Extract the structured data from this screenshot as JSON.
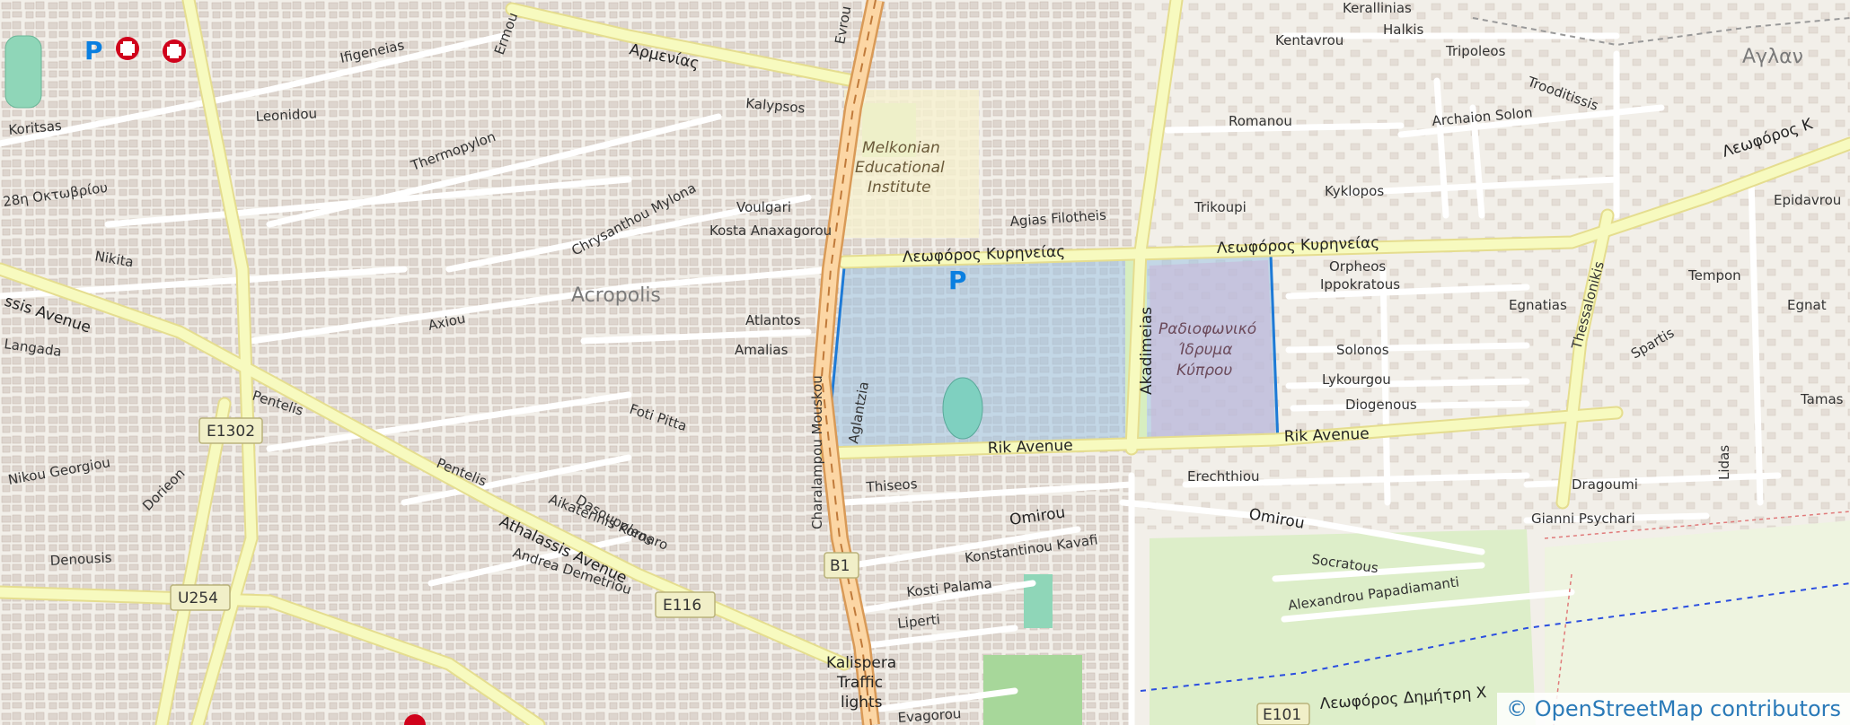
{
  "map": {
    "area_name": "Acropolis",
    "area_name_partial": "Αγλαν",
    "pois": {
      "melkonian_line1": "Melkonian",
      "melkonian_line2": "Educational",
      "melkonian_line3": "Institute",
      "rik_line1": "Ραδιοφωνικό",
      "rik_line2": "Ίδρυμα",
      "rik_line3": "Κύπρου",
      "kalispera_line1": "Kalispera",
      "kalispera_line2": "Traffic",
      "kalispera_line3": "lights"
    },
    "parking_glyph": "P",
    "route_shields": [
      "E1302",
      "U254",
      "E116",
      "B1",
      "E101"
    ],
    "streets": {
      "armenias": "Αρμενίας",
      "kyrineias1": "Λεωφόρος Κυρηνείας",
      "kyrineias2": "Λεωφόρος Κυρηνείας",
      "kyrineias3": "Λεωφόρος Κ",
      "rik1": "Rik Avenue",
      "rik2": "Rik Avenue",
      "akadimeias": "Akadimeias",
      "athalassis": "Athalassis Avenue",
      "athalassis_left": "ssis Avenue",
      "omirou1": "Omirou",
      "omirou2": "Omirou",
      "kentavrou": "Kentavrou",
      "archaion_solon": "Archaion Solon",
      "trooditissis": "Trooditissis",
      "thessalonikis": "Thessalonikis",
      "egnatias": "Egnatias",
      "egnat": "Egnat",
      "thermopylon": "Thermopylon",
      "chrysanthou_mylona": "Chrysanthou Mylona",
      "koritsas": "Koritsas",
      "28is_oktovriou": "28η Οκτωβρίου",
      "ifigeneias": "Ifigeneias",
      "pentelis1": "Pentelis",
      "pentelis2": "Pentelis",
      "dasoupoleos": "Dasoupoleos",
      "foti_pitta": "Foti Pitta",
      "atlantos": "Atlantos",
      "amalias": "Amalias",
      "voulgari": "Voulgari",
      "kosta_anaxagorou": "Kosta Anaxagorou",
      "agias_filotheis": "Agias Filotheis",
      "erechthiou": "Erechthiou",
      "socratous": "Socratous",
      "alexandrou_papadiamanti": "Alexandrou Papadiamanti",
      "dragoumi": "Dragoumi",
      "gianni_psychari": "Gianni Psychari",
      "lidas": "Lidas",
      "tamas": "Tamas",
      "kyklopos": "Kyklopos",
      "romanou": "Romanou",
      "trikoupi": "Trikoupi",
      "orpheos": "Orpheos",
      "ippokratous": "Ippokratous",
      "solonos": "Solonos",
      "lykourgou": "Lykourgou",
      "diogenous": "Diogenous",
      "charalampou_mouskou": "Charalampou Mouskou",
      "konstantinou_kavafi": "Konstantinou Kavafi",
      "kosti_palama": "Kosti Palama",
      "liperti": "Liperti",
      "evagorou": "Evagorou",
      "thiseos": "Thiseos",
      "denousis": "Denousis",
      "dorieon": "Dorieon",
      "nikou_georgiou": "Nikou Georgiou",
      "leonidou": "Leonidou",
      "axiou": "Axiou",
      "nikita": "Nikita",
      "langada": "Langada",
      "kerallinias": "Kerallinias",
      "halkis": "Halkis",
      "tripoleos": "Tripoleos",
      "epidavrou": "Epidavrou",
      "tempon": "Tempon",
      "spartis": "Spartis",
      "dimitri": "Λεωφόρος Δημήτρη Χ",
      "aikaterinis": "Aikaterinis Kornaro",
      "andrea_demetriou": "Andrea Demetriou",
      "aglantzia_vertical": "Aglantzia",
      "evrou": "Evrou",
      "melkonian_street": "Kalypsos",
      "erm": "Ermou"
    }
  },
  "attribution": {
    "symbol": "©",
    "text": "OpenStreetMap contributors"
  },
  "colors": {
    "background": "#f2efe9",
    "primary_road": "#fcd6a4",
    "secondary_road": "#f7fabf",
    "building": "#d9d0c9",
    "park": "#cdebb0",
    "highlight_fill": "#9cc3e3",
    "highlight_stroke": "#1e7ad6"
  }
}
